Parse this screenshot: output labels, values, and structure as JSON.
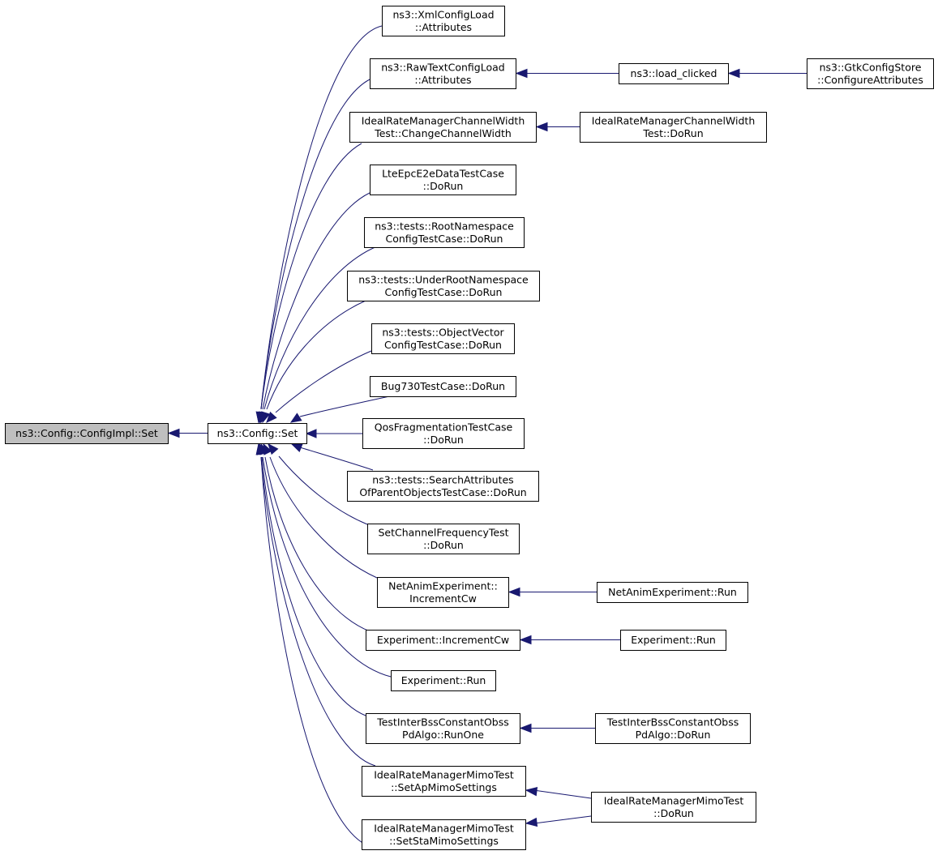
{
  "nodes": {
    "config_impl_set": [
      "ns3::Config::ConfigImpl::Set"
    ],
    "config_set": [
      "ns3::Config::Set"
    ],
    "xml_config_load": [
      "ns3::XmlConfigLoad",
      "::Attributes"
    ],
    "raw_text_config_load": [
      "ns3::RawTextConfigLoad",
      "::Attributes"
    ],
    "load_clicked": [
      "ns3::load_clicked"
    ],
    "gtk_config_store": [
      "ns3::GtkConfigStore",
      "::ConfigureAttributes"
    ],
    "change_channel_width": [
      "IdealRateManagerChannelWidth",
      "Test::ChangeChannelWidth"
    ],
    "channel_width_dorun": [
      "IdealRateManagerChannelWidth",
      "Test::DoRun"
    ],
    "lte_epc_e2e": [
      "LteEpcE2eDataTestCase",
      "::DoRun"
    ],
    "root_namespace": [
      "ns3::tests::RootNamespace",
      "ConfigTestCase::DoRun"
    ],
    "under_root_namespace": [
      "ns3::tests::UnderRootNamespace",
      "ConfigTestCase::DoRun"
    ],
    "object_vector": [
      "ns3::tests::ObjectVector",
      "ConfigTestCase::DoRun"
    ],
    "bug730": [
      "Bug730TestCase::DoRun"
    ],
    "qos_fragmentation": [
      "QosFragmentationTestCase",
      "::DoRun"
    ],
    "search_attributes": [
      "ns3::tests::SearchAttributes",
      "OfParentObjectsTestCase::DoRun"
    ],
    "set_channel_frequency": [
      "SetChannelFrequencyTest",
      "::DoRun"
    ],
    "netanim_increment": [
      "NetAnimExperiment::",
      "IncrementCw"
    ],
    "netanim_run": [
      "NetAnimExperiment::Run"
    ],
    "experiment_increment": [
      "Experiment::IncrementCw"
    ],
    "experiment_run_right": [
      "Experiment::Run"
    ],
    "experiment_run": [
      "Experiment::Run"
    ],
    "inter_bss_runone": [
      "TestInterBssConstantObss",
      "PdAlgo::RunOne"
    ],
    "inter_bss_dorun": [
      "TestInterBssConstantObss",
      "PdAlgo::DoRun"
    ],
    "mimo_ap": [
      "IdealRateManagerMimoTest",
      "::SetApMimoSettings"
    ],
    "mimo_sta": [
      "IdealRateManagerMimoTest",
      "::SetStaMimoSettings"
    ],
    "mimo_dorun": [
      "IdealRateManagerMimoTest",
      "::DoRun"
    ]
  },
  "edges": [
    {
      "from": "config_set",
      "to": "config_impl_set"
    },
    {
      "from": "xml_config_load",
      "to": "config_set"
    },
    {
      "from": "raw_text_config_load",
      "to": "config_set"
    },
    {
      "from": "change_channel_width",
      "to": "config_set"
    },
    {
      "from": "lte_epc_e2e",
      "to": "config_set"
    },
    {
      "from": "root_namespace",
      "to": "config_set"
    },
    {
      "from": "under_root_namespace",
      "to": "config_set"
    },
    {
      "from": "object_vector",
      "to": "config_set"
    },
    {
      "from": "bug730",
      "to": "config_set"
    },
    {
      "from": "qos_fragmentation",
      "to": "config_set"
    },
    {
      "from": "search_attributes",
      "to": "config_set"
    },
    {
      "from": "set_channel_frequency",
      "to": "config_set"
    },
    {
      "from": "netanim_increment",
      "to": "config_set"
    },
    {
      "from": "experiment_increment",
      "to": "config_set"
    },
    {
      "from": "experiment_run",
      "to": "config_set"
    },
    {
      "from": "inter_bss_runone",
      "to": "config_set"
    },
    {
      "from": "mimo_ap",
      "to": "config_set"
    },
    {
      "from": "mimo_sta",
      "to": "config_set"
    },
    {
      "from": "load_clicked",
      "to": "raw_text_config_load"
    },
    {
      "from": "gtk_config_store",
      "to": "load_clicked"
    },
    {
      "from": "channel_width_dorun",
      "to": "change_channel_width"
    },
    {
      "from": "netanim_run",
      "to": "netanim_increment"
    },
    {
      "from": "experiment_run_right",
      "to": "experiment_increment"
    },
    {
      "from": "inter_bss_dorun",
      "to": "inter_bss_runone"
    },
    {
      "from": "mimo_dorun",
      "to": "mimo_ap"
    },
    {
      "from": "mimo_dorun",
      "to": "mimo_sta"
    }
  ],
  "colors": {
    "edge": "#191970",
    "root_fill": "#bfbfbf",
    "node_fill": "#ffffff",
    "node_stroke": "#000000"
  }
}
